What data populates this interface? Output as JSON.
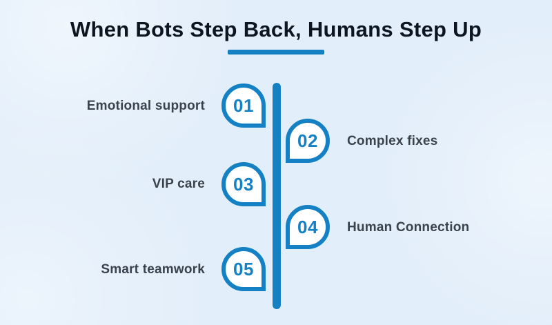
{
  "title": "When Bots Step Back, Humans Step Up",
  "colors": {
    "background": "#e2eefa",
    "accent": "#1581c5",
    "title": "#0d1620",
    "label": "#3a434c",
    "badge_fill": "#ffffff"
  },
  "steps": [
    {
      "number": "01",
      "label": "Emotional support",
      "side": "left"
    },
    {
      "number": "02",
      "label": "Complex fixes",
      "side": "right"
    },
    {
      "number": "03",
      "label": "VIP care",
      "side": "left"
    },
    {
      "number": "04",
      "label": "Human Connection",
      "side": "right"
    },
    {
      "number": "05",
      "label": "Smart teamwork",
      "side": "left"
    }
  ]
}
